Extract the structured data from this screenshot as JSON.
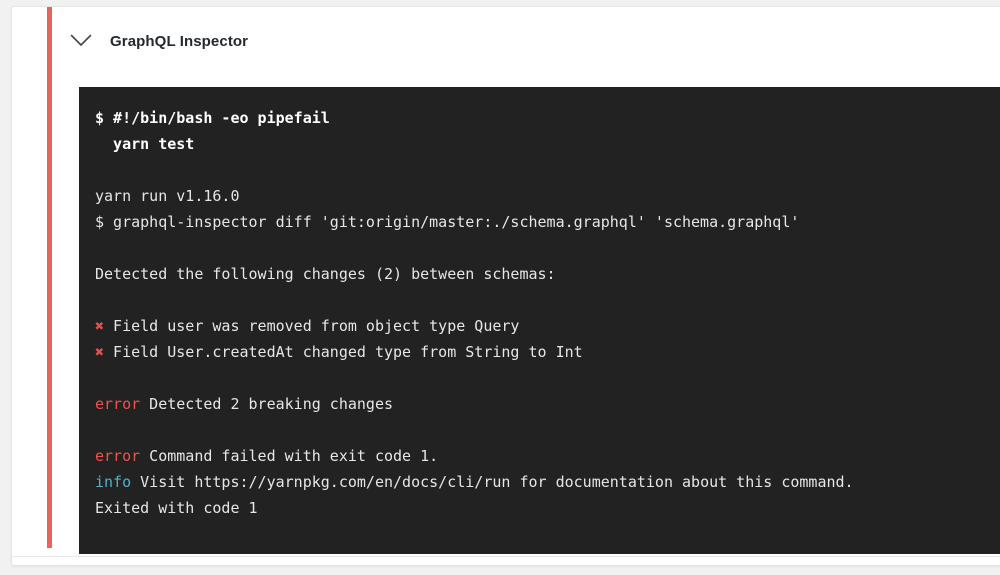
{
  "job": {
    "title": "GraphQL Inspector",
    "collapse_icon": "chevron-down-icon",
    "status_color": "#e8635f"
  },
  "terminal": {
    "background": "#222222",
    "text_color": "#e6e6e6",
    "error_color": "#f0524f",
    "info_color": "#4fb3c8",
    "cross_color": "#e0504d",
    "lines": [
      {
        "type": "command",
        "text": "$ #!/bin/bash -eo pipefail"
      },
      {
        "type": "command",
        "text": "  yarn test"
      },
      {
        "type": "blank",
        "text": ""
      },
      {
        "type": "plain",
        "text": "yarn run v1.16.0"
      },
      {
        "type": "plain",
        "text": "$ graphql-inspector diff 'git:origin/master:./schema.graphql' 'schema.graphql'"
      },
      {
        "type": "blank",
        "text": ""
      },
      {
        "type": "plain",
        "text": "Detected the following changes (2) between schemas:"
      },
      {
        "type": "blank",
        "text": ""
      },
      {
        "type": "cross",
        "marker": "✖",
        "text": " Field user was removed from object type Query"
      },
      {
        "type": "cross",
        "marker": "✖",
        "text": " Field User.createdAt changed type from String to Int"
      },
      {
        "type": "blank",
        "text": ""
      },
      {
        "type": "error",
        "label": "error",
        "text": " Detected 2 breaking changes"
      },
      {
        "type": "blank",
        "text": ""
      },
      {
        "type": "error",
        "label": "error",
        "text": " Command failed with exit code 1."
      },
      {
        "type": "info",
        "label": "info",
        "text": " Visit https://yarnpkg.com/en/docs/cli/run for documentation about this command."
      },
      {
        "type": "plain",
        "text": "Exited with code 1"
      }
    ]
  }
}
